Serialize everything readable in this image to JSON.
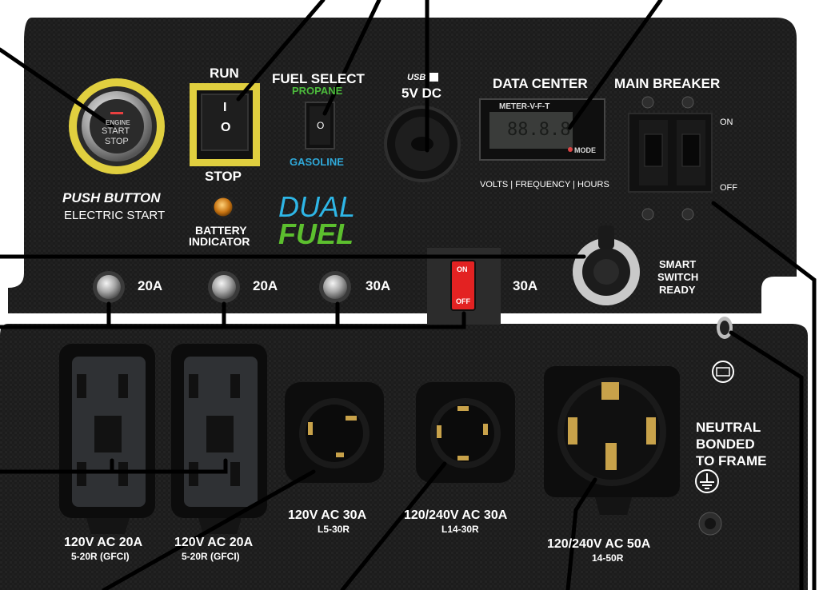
{
  "engine": {
    "line1": "ENGINE",
    "line2": "START",
    "line3": "STOP"
  },
  "push_button": {
    "title": "PUSH BUTTON",
    "subtitle": "ELECTRIC START"
  },
  "run_switch": {
    "top": "RUN",
    "bottom": "STOP",
    "on_mark": "I",
    "off_mark": "O"
  },
  "fuel_select": {
    "title": "FUEL SELECT",
    "propane": "PROPANE",
    "gasoline": "GASOLINE",
    "mark": "O"
  },
  "usb": {
    "logo": "USB",
    "label": "5V DC"
  },
  "data_center": {
    "title": "DATA CENTER",
    "brand": "METER-V-F-T",
    "display": "88.8.8",
    "mode": "MODE",
    "readout": "VOLTS | FREQUENCY | HOURS"
  },
  "main_breaker": {
    "title": "MAIN BREAKER",
    "on": "ON",
    "off": "OFF"
  },
  "battery": {
    "line1": "BATTERY",
    "line2": "INDICATOR"
  },
  "dual_fuel": {
    "dual": "DUAL",
    "fuel": "FUEL"
  },
  "breakers": [
    {
      "rating": "20A"
    },
    {
      "rating": "20A"
    },
    {
      "rating": "30A"
    },
    {
      "rating": "30A"
    }
  ],
  "rocker": {
    "on": "ON",
    "off": "OFF"
  },
  "smart_switch": {
    "line1": "SMART",
    "line2": "SWITCH",
    "line3": "READY"
  },
  "neutral": {
    "line1": "NEUTRAL",
    "line2": "BONDED",
    "line3": "TO FRAME"
  },
  "outlets": [
    {
      "rating": "120V AC 20A",
      "type": "5-20R (GFCI)"
    },
    {
      "rating": "120V AC 20A",
      "type": "5-20R (GFCI)"
    },
    {
      "rating": "120V AC 30A",
      "type": "L5-30R"
    },
    {
      "rating": "120/240V AC 30A",
      "type": "L14-30R"
    },
    {
      "rating": "120/240V AC 50A",
      "type": "14-50R"
    }
  ],
  "colors": {
    "panel": "#1c1c1c",
    "yellow": "#e8d64a",
    "propane_green": "#4cbb3c",
    "gasoline_blue": "#2fa8d8",
    "dual_blue": "#2eb6e6",
    "fuel_green": "#5cbf2e",
    "rocker_red": "#e32222"
  }
}
